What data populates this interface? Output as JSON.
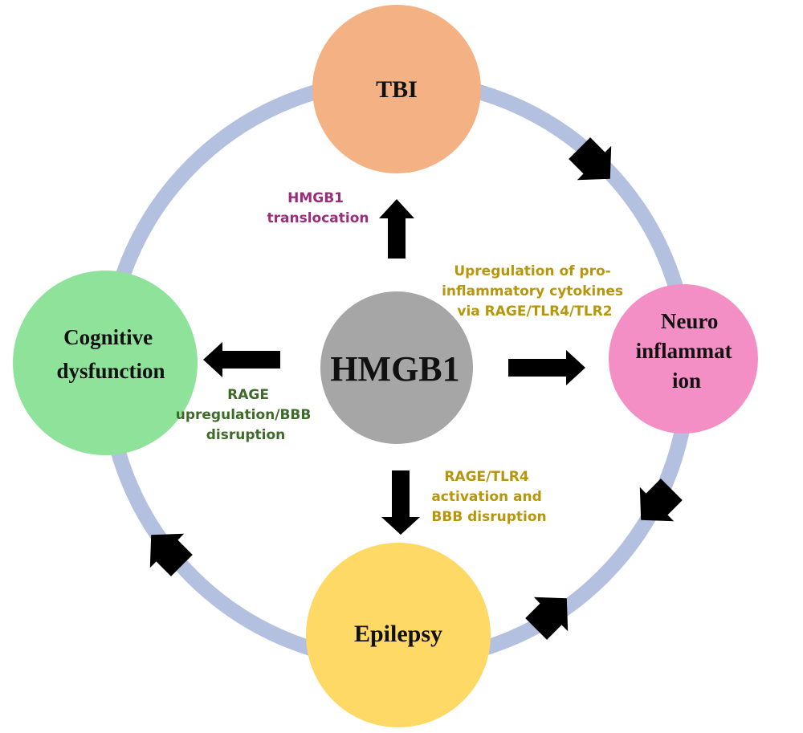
{
  "nodes": {
    "center": {
      "label": "HMGB1",
      "color": "#a6a6a6"
    },
    "tbi": {
      "label": "TBI",
      "color": "#f4b183"
    },
    "neuro": {
      "lines": [
        "Neuro",
        "inflammat",
        "ion"
      ],
      "color": "#f48fc6"
    },
    "epilepsy": {
      "label": "Epilepsy",
      "color": "#ffd966"
    },
    "cognitive": {
      "lines": [
        "Cognitive",
        "dysfunction"
      ],
      "color": "#8ee29a"
    }
  },
  "edge_labels": {
    "translocation": {
      "lines": [
        "HMGB1",
        "translocation"
      ],
      "color": "#9b2d7a"
    },
    "cytokines": {
      "lines": [
        "Upregulation of pro-",
        "inflammatory cytokines",
        "via RAGE/TLR4/TLR2"
      ],
      "color": "#b8960c"
    },
    "epilepsy_path": {
      "lines": [
        "RAGE/TLR4",
        "activation and",
        "BBB disruption"
      ],
      "color": "#b8960c"
    },
    "cognitive_path": {
      "lines": [
        "RAGE",
        "upregulation/BBB",
        "disruption"
      ],
      "color": "#3f6b2a"
    }
  },
  "colors": {
    "ring": "#b4c0e0",
    "arrow": "#000000"
  }
}
